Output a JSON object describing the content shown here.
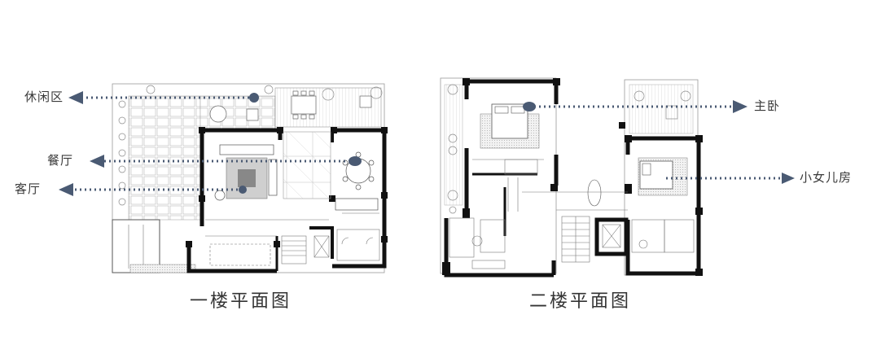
{
  "floor_plans": [
    {
      "title": "一楼平面图"
    },
    {
      "title": "二楼平面图"
    }
  ],
  "callouts": {
    "leisure": "休闲区",
    "dining": "餐厅",
    "living": "客厅",
    "master_bedroom": "主卧",
    "daughter_room": "小女儿房"
  },
  "colors": {
    "accent": "#4a5a73",
    "wall": "#111111",
    "line": "#8a8a8a"
  }
}
